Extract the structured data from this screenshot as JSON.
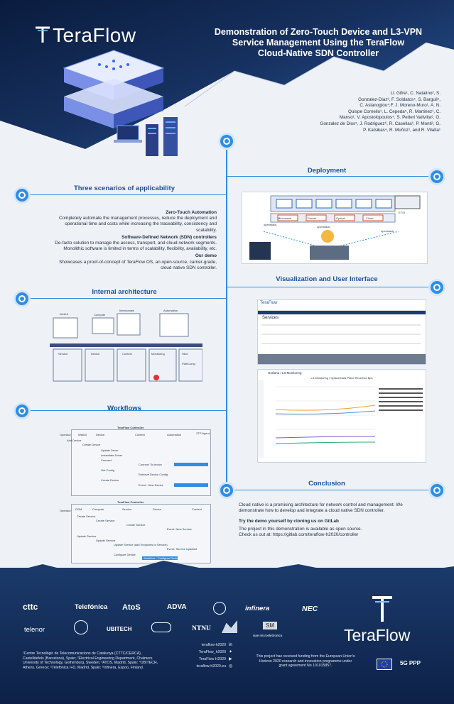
{
  "brand": {
    "name": "TeraFlow"
  },
  "title": {
    "line1": "Demonstration of Zero-Touch Device and L3-VPN",
    "line2": "Service Management Using the TeraFlow",
    "line3": "Cloud-Native SDN Controller"
  },
  "authors": [
    "Ll. Gifre¹, C. Natalino², S.",
    "Gonzalez-Diaz³, F. Soldatos⁴, S. Barguil⁵,",
    "C. Aslanoglou⁴,F. J. Moreno-Muro¹, A. N.",
    "Quispe Cornelio¹, L. Cepeda⁵, R. Martinez¹, C.",
    "Manso¹, V. Apostolopoulos⁴, S. Petteri Valiviita⁶, O.",
    "Gonzalez de Dios⁵, J. Rodriguez⁶, R. Casellas¹, P. Monti², G.",
    "P. Katsikas⁴, R. Muñoz¹, and R. Vilalta¹"
  ],
  "scenarios": {
    "title": "Three scenarios of applicability",
    "h1": "Zero-Touch Automation",
    "p1": [
      "Completely automate the management processes, reduce the deployment and",
      "operational time and costs while increasing the traceability, consistency and",
      "scalability."
    ],
    "h2": "Software-Defined Network (SDN) controllers",
    "p2": [
      "De-facto solution to manage the access, transport, and cloud network segments.",
      "Monolithic software is limited in terms of scalability, flexibility, availability, etc."
    ],
    "h3": "Our demo",
    "p3": [
      "Showcases a proof-of-concept of TeraFlow OS, an open-source, carrier-grade,",
      "cloud native SDN controller."
    ]
  },
  "deployment": {
    "title": "Deployment",
    "labels": [
      "openstack.",
      "openstack.",
      "openstack.",
      "ETSI",
      "Microwave",
      "Packet",
      "Optical",
      "Cloud"
    ]
  },
  "visualization": {
    "title": "Visualization and User Interface",
    "services_heading": "Services",
    "dashboard_title": "Grafana / L3-Monitoring",
    "panel_title": "L3-Monitoring / Optical Data Plane Received Bps"
  },
  "architecture": {
    "title": "Internal architecture",
    "blocks": [
      "Context",
      "Device",
      "Service",
      "Slice",
      "Monitoring",
      "Automation",
      "WebUI",
      "Compute",
      "Interdomain",
      "PathComp"
    ]
  },
  "workflows": {
    "title": "Workflows",
    "diag1_title": "TeraFlow Controller",
    "diag2_title": "TeraFlow Controller",
    "diag1_lanes": [
      "Operator",
      "WebUI",
      "Device",
      "Context",
      "Automation",
      "ZTP Agent"
    ],
    "diag1_msgs": [
      "Add Device",
      "Create Device",
      "Update Driver",
      "Instantiate Driver",
      "Connect",
      "Connect To device",
      "Get Config",
      "Retrieve Device Config",
      "Create Device",
      "Event : New Device"
    ],
    "diag2_lanes": [
      "Operator",
      "OSM",
      "Compute",
      "Service",
      "Device",
      "Context"
    ],
    "diag2_msgs": [
      "Create Service",
      "Create Service",
      "Create Service",
      "Event: New Service",
      "Update Service",
      "Update Service",
      "Update Service (add Endpoints to Service)",
      "Event: Service Updated",
      "Configure Device",
      "Workflow : Configure Device"
    ]
  },
  "conclusion": {
    "title": "Conclusion",
    "p1": [
      "Cloud native is a promising architecture for network control and management. We",
      "demonstrate how to develop and integrate a cloud native SDN controller."
    ],
    "h2": "Try the demo yourself by cloning us on GitLab",
    "p2": [
      "The project in this demonstration is available as open source.",
      "Check us out at: https://gitlab.com/teraflow-h2020/controller"
    ]
  },
  "partners": [
    "cttc",
    "Telefónica",
    "AtoS",
    "ADVA",
    "infinera",
    "NEC",
    "telenor",
    "UBITECH",
    "NTNU",
    "SM",
    "siae microelettronica"
  ],
  "affiliations": [
    "¹Centre Tecnològic de Telecomunicacions de Catalunya (CTTC/CERCA),",
    "Castelldefels (Barcelona), Spain; ²Electrical Engineering Department, Chalmers",
    "University of Technology, Gothenburg, Sweden; ³ATOS, Madrid, Spain; ⁴UBITECH,",
    "Athens, Greece; ⁵Telefónica I+D, Madrid, Spain; ⁶Infinera, Espoo, Finland."
  ],
  "social": [
    "teraflow-h2020",
    "TeraFlow_h2020",
    "TeraFlow H2020",
    "teraflow-h2020.eu"
  ],
  "funding": [
    "This project has received funding from the European Union's",
    "Horizon 2020 research and innovation programme under",
    "grant agreement No 101015857."
  ],
  "footer_logo": "TeraFlow",
  "ppp": "5G PPP",
  "colors": {
    "accent": "#2e8ee6",
    "title_blue": "#1b4f9c",
    "header_dark": "#0a1c3e"
  }
}
